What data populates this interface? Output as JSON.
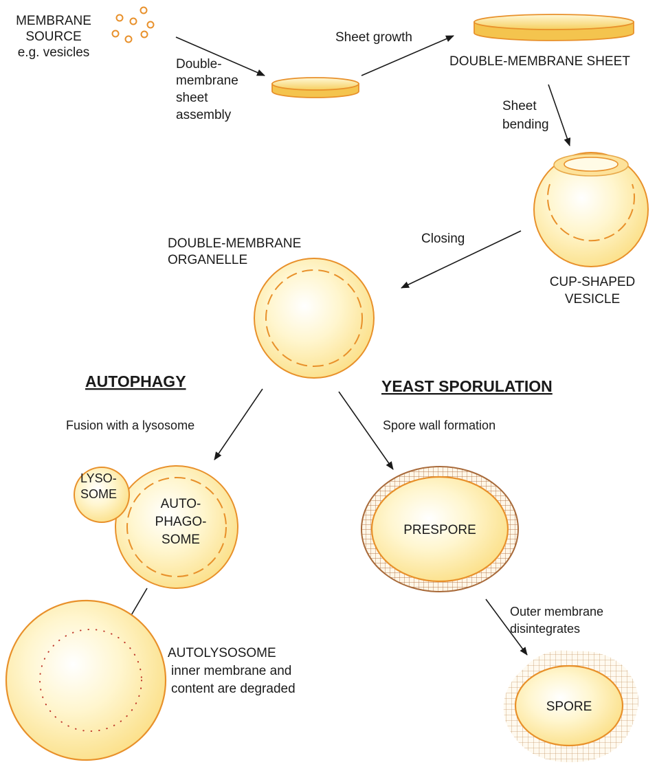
{
  "colors": {
    "membrane_stroke": "#e8902a",
    "fill_light": "#fffbe0",
    "fill_mid": "#fde9a0",
    "fill_dark": "#f7d46a",
    "dot_red": "#c0392b",
    "spore_wall": "#a86a3a",
    "text": "#1a1a1a"
  },
  "labels": {
    "membrane_source": [
      "MEMBRANE",
      "SOURCE",
      "e.g. vesicles"
    ],
    "assembly": [
      "Double-",
      "membrane",
      "sheet",
      "assembly"
    ],
    "sheet_growth": "Sheet growth",
    "double_membrane_sheet": "DOUBLE-MEMBRANE SHEET",
    "sheet_bending": [
      "Sheet",
      "bending"
    ],
    "cup_shaped_vesicle": [
      "CUP-SHAPED",
      "VESICLE"
    ],
    "closing": "Closing",
    "double_membrane_organelle": [
      "DOUBLE-MEMBRANE",
      "ORGANELLE"
    ],
    "autophagy": "AUTOPHAGY",
    "yeast_sporulation": "YEAST SPORULATION",
    "fusion_with_lysosome": "Fusion with a lysosome",
    "spore_wall_formation": "Spore wall formation",
    "lysosome": [
      "LYSO-",
      "SOME"
    ],
    "autophagosome": [
      "AUTO-",
      "PHAGO-",
      "SOME"
    ],
    "prespore": "PRESPORE",
    "outer_membrane": [
      "Outer membrane",
      "disintegrates"
    ],
    "autolysosome": [
      "AUTOLYSOSOME",
      "inner membrane and",
      "content are degraded"
    ],
    "spore": "SPORE"
  }
}
